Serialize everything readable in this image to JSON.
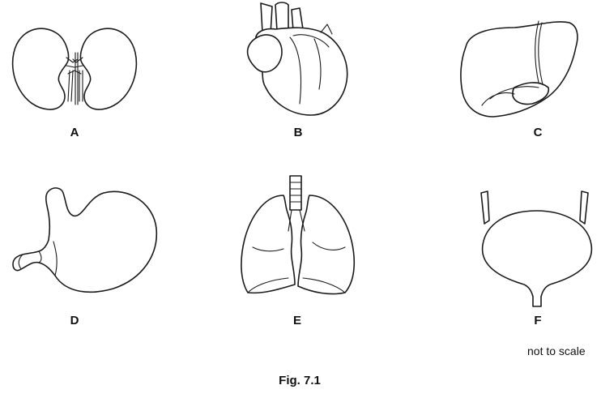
{
  "organs": [
    {
      "label": "A",
      "icon": "kidneys-icon"
    },
    {
      "label": "B",
      "icon": "heart-icon"
    },
    {
      "label": "C",
      "icon": "liver-icon"
    },
    {
      "label": "D",
      "icon": "stomach-icon"
    },
    {
      "label": "E",
      "icon": "lungs-icon"
    },
    {
      "label": "F",
      "icon": "bladder-icon"
    }
  ],
  "note": "not to scale",
  "caption": "Fig. 7.1"
}
